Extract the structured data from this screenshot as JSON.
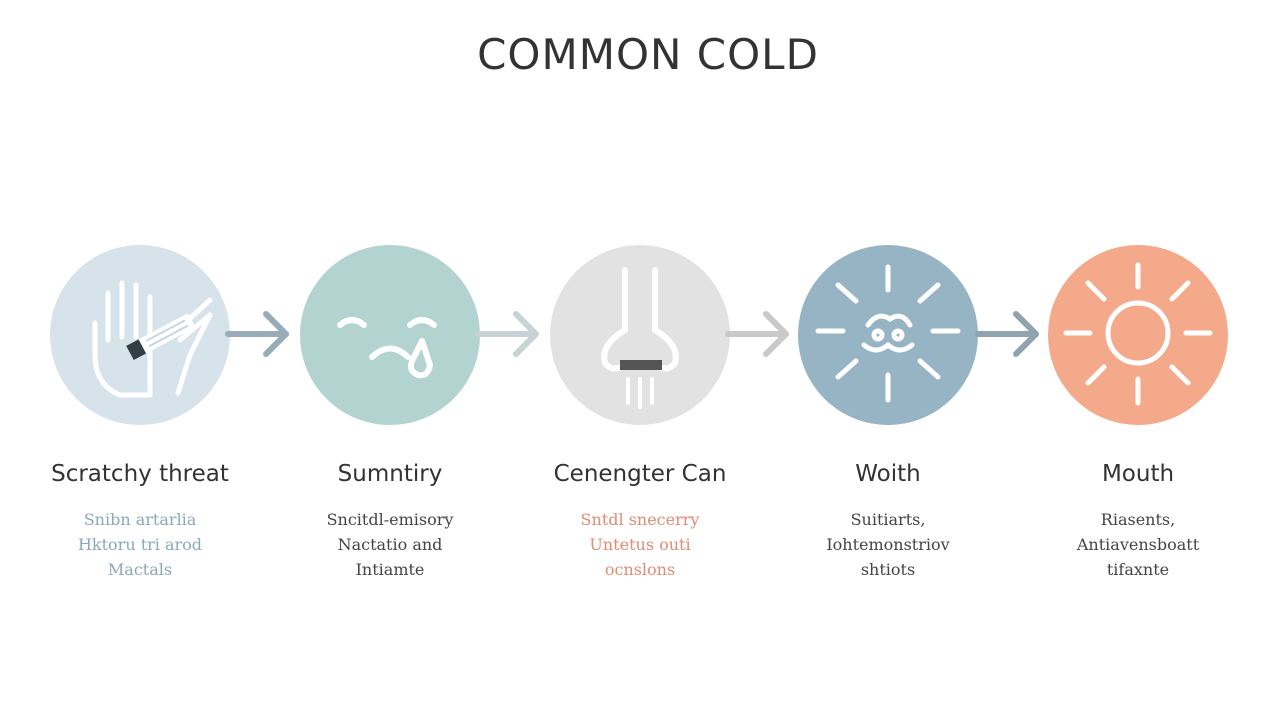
{
  "title": "COMMON COLD",
  "steps": [
    {
      "icon": "hand-bandage-icon",
      "circle_color": "#d6e3ea",
      "title": "Scratchy threat",
      "desc_color": "#8aa9b8",
      "desc": [
        "Snibn artarlia",
        "Hktoru tri arod",
        "Mactals"
      ]
    },
    {
      "icon": "sad-face-icon",
      "circle_color": "#b3d3d0",
      "title": "Sumntiry",
      "desc_color": "#444444",
      "desc": [
        "Sncitdl-emisory",
        "Nactatio and",
        "Intiamte"
      ]
    },
    {
      "icon": "nose-icon",
      "circle_color": "#e2e2e2",
      "title": "Cenengter Can",
      "desc_color": "#e08b72",
      "desc": [
        "Sntdl snecerry",
        "Untetus outi",
        "ocnslons"
      ]
    },
    {
      "icon": "virus-burst-icon",
      "circle_color": "#96b4c3",
      "title": "Woith",
      "desc_color": "#444444",
      "desc": [
        "Suitiarts,",
        "Iohtemonstriov",
        "shtiots"
      ]
    },
    {
      "icon": "sun-icon",
      "circle_color": "#f4a98a",
      "title": "Mouth",
      "desc_color": "#444444",
      "desc": [
        "Riasents,",
        "Antiavensboatt",
        "tifaxnte"
      ]
    }
  ],
  "arrows": [
    {
      "color": "#97acb6"
    },
    {
      "color": "#c6d2d4"
    },
    {
      "color": "#c9c9c9"
    },
    {
      "color": "#8fa4ae"
    }
  ]
}
